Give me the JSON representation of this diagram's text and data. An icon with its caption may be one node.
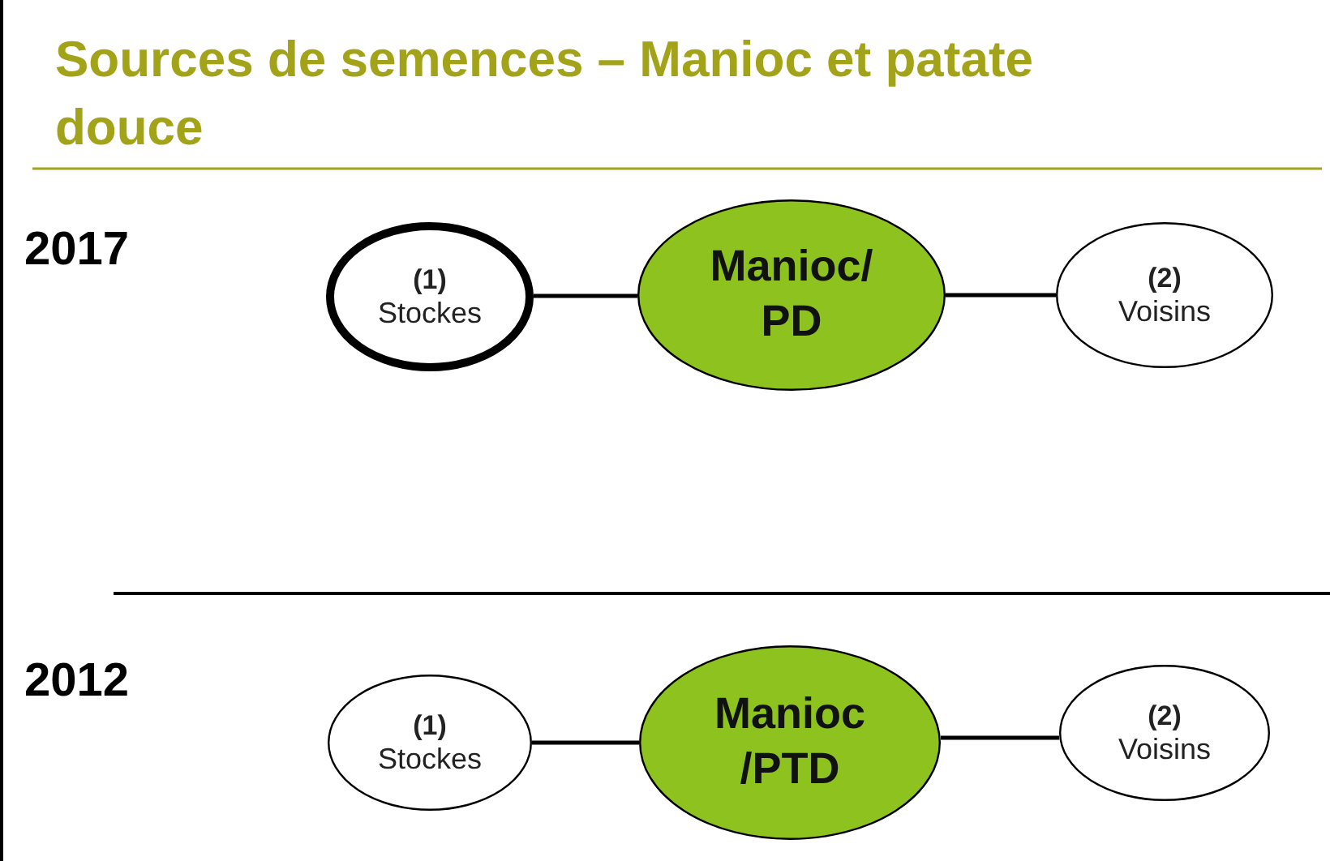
{
  "diagram": {
    "title": "Sources de semences – Manioc et patate douce",
    "nodes": [
      {
        "text": [
          "(1)",
          "Stockes"
        ]
      },
      {
        "text": [
          "Manioc/ PD"
        ]
      },
      {
        "text": [
          "(2)",
          "Voisins"
        ]
      },
      {
        "text": [
          "(1)",
          "Stockes"
        ]
      },
      {
        "text": [
          "Manioc /PTD"
        ]
      },
      {
        "text": [
          "(2)",
          "Voisins"
        ]
      }
    ],
    "edges": [
      {
        "from": 0,
        "to": 1,
        "arrow": "none"
      },
      {
        "from": 1,
        "to": 2,
        "arrow": "none"
      },
      {
        "from": 3,
        "to": 4,
        "arrow": "none"
      },
      {
        "from": 4,
        "to": 5,
        "arrow": "none"
      }
    ],
    "labels": [
      "2017",
      "2012"
    ]
  }
}
